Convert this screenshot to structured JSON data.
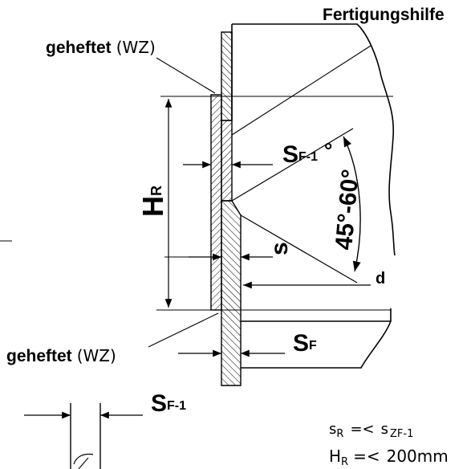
{
  "labels": {
    "fertigungshilfe": "Fertigungshilfe",
    "geheftet_top": "geheftet",
    "wz_top": "(WZ)",
    "geheftet_bottom": "geheftet",
    "wz_bottom": "(WZ)",
    "hr_main": "H",
    "hr_sub": "R",
    "sf1_main": "S",
    "sf1_sub": "F-1",
    "degree_sign": "°",
    "angle": "45°-60°",
    "s_small": "s",
    "d": "d",
    "sf_main": "S",
    "sf_sub": "F",
    "sf1b_main": "S",
    "sf1b_sub": "F-1"
  },
  "formulas": {
    "line1_main": "s",
    "line1_sub": "R",
    "line1_op": "=<",
    "line1_rhs_main": "s",
    "line1_rhs_sub": "ZF-1",
    "line2_main": "H",
    "line2_sub": "R",
    "line2_op": "=<",
    "line2_value": "200mm"
  }
}
